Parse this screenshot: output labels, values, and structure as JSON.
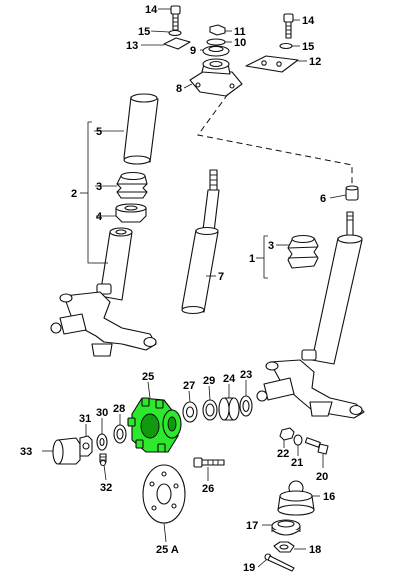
{
  "callouts": {
    "c1": "1",
    "c2": "2",
    "c3a": "3",
    "c3b": "3",
    "c4": "4",
    "c5": "5",
    "c6": "6",
    "c7": "7",
    "c8": "8",
    "c9": "9",
    "c10": "10",
    "c11": "11",
    "c12": "12",
    "c13": "13",
    "c14a": "14",
    "c14b": "14",
    "c15a": "15",
    "c15b": "15",
    "c16": "16",
    "c17": "17",
    "c18": "18",
    "c19": "19",
    "c20": "20",
    "c21": "21",
    "c22": "22",
    "c23": "23",
    "c24": "24",
    "c25": "25",
    "c25a": "25 A",
    "c26": "26",
    "c27": "27",
    "c28": "28",
    "c29": "29",
    "c30": "30",
    "c31": "31",
    "c32": "32",
    "c33": "33"
  },
  "colors": {
    "highlight": "#2ee82e",
    "line": "#111111",
    "background": "#ffffff"
  }
}
